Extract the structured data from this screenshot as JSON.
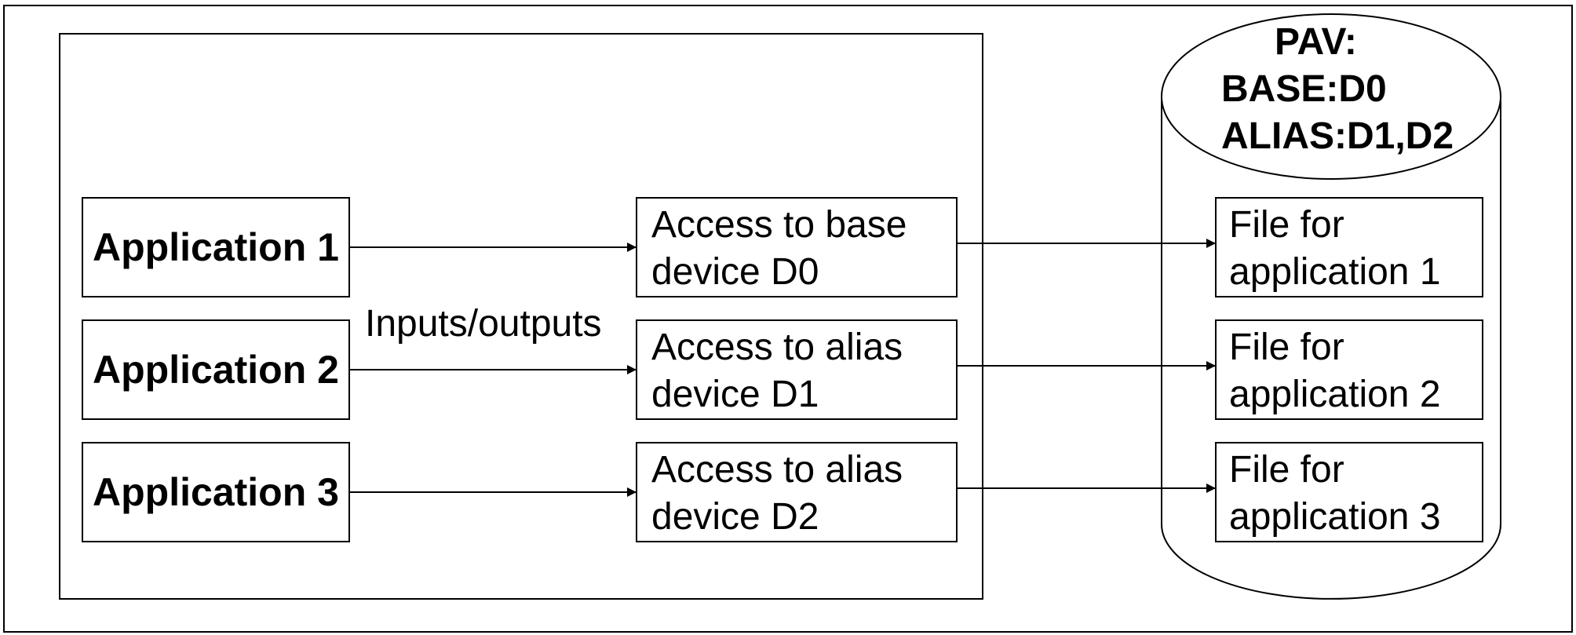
{
  "applications": [
    {
      "label": "Application 1"
    },
    {
      "label": "Application 2"
    },
    {
      "label": "Application 3"
    }
  ],
  "io_label": "Inputs/outputs",
  "devices": [
    {
      "line1": "Access to base",
      "line2": "device D0"
    },
    {
      "line1": "Access to alias",
      "line2": "device D1"
    },
    {
      "line1": "Access to alias",
      "line2": "device D2"
    }
  ],
  "pav": {
    "title": "PAV:",
    "base": "BASE:D0",
    "alias": "ALIAS:D1,D2"
  },
  "files": [
    {
      "line1": "File for",
      "line2": "application 1"
    },
    {
      "line1": "File for",
      "line2": "application 2"
    },
    {
      "line1": "File for",
      "line2": "application 3"
    }
  ]
}
